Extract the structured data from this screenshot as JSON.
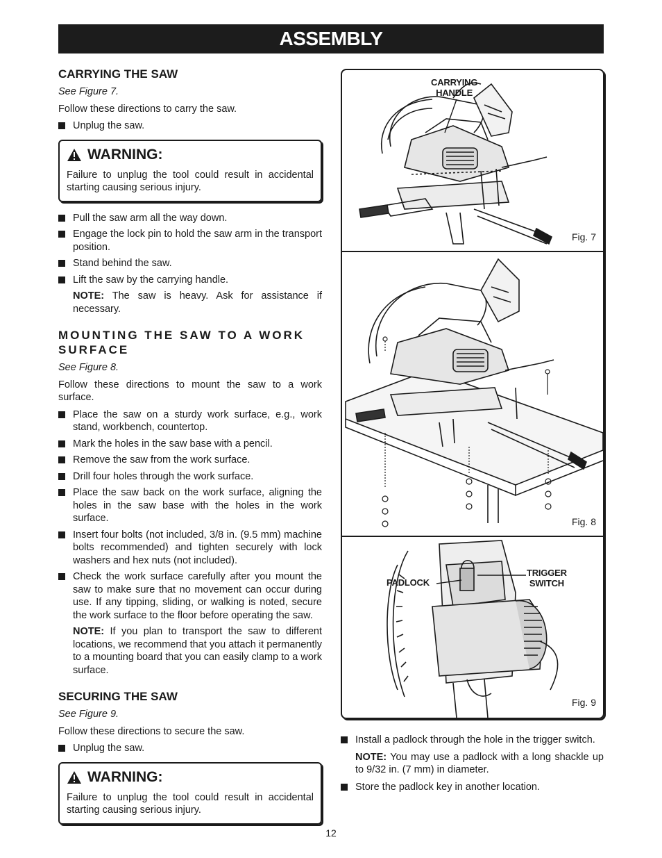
{
  "header": {
    "title": "ASSEMBLY"
  },
  "carrying": {
    "heading": "CARRYING THE SAW",
    "fig_ref": "See Figure 7.",
    "intro": "Follow these directions to carry the saw.",
    "step1": "Unplug the saw.",
    "warning": {
      "title": "WARNING:",
      "text": "Failure to unplug the tool could result in accidental starting causing serious injury."
    },
    "steps": [
      "Pull the saw arm all the way down.",
      "Engage the lock pin to hold the saw arm in the transport position.",
      "Stand behind the saw.",
      "Lift the saw by the carrying handle."
    ],
    "note_label": "NOTE:",
    "note_text": "The saw is heavy. Ask for assistance if necessary."
  },
  "mounting": {
    "heading": "MOUNTING THE SAW TO A WORK SURFACE",
    "fig_ref": "See Figure 8.",
    "intro": "Follow these directions to mount the saw to a work surface.",
    "steps": [
      "Place the saw on a sturdy work surface, e.g., work stand, workbench, countertop.",
      "Mark the holes in the saw base with a pencil.",
      "Remove the saw from the work surface.",
      "Drill four holes through the work surface.",
      "Place the saw back on the work surface, aligning the holes in the saw base with the holes in the work surface.",
      "Insert four bolts (not included, 3/8 in. (9.5 mm) machine bolts recommended) and tighten securely with lock washers and hex nuts (not included).",
      "Check the work surface carefully after you mount the saw to make sure that no movement can occur during use. If any tipping, sliding, or walking is noted, secure the work surface to the floor before operating the saw."
    ],
    "note_label": "NOTE:",
    "note_text": "If you plan to transport the saw to different locations, we recommend that you attach it permanently to a mounting board that you can easily clamp to a work surface."
  },
  "securing": {
    "heading": "SECURING THE SAW",
    "fig_ref": "See Figure 9.",
    "intro": "Follow these directions to secure the saw.",
    "step1": "Unplug the saw.",
    "warning": {
      "title": "WARNING:",
      "text": "Failure to unplug the tool could result in accidental starting causing serious injury."
    },
    "steps_right": [
      "Install a padlock through the hole in the trigger switch.",
      "Store the padlock key in another location."
    ],
    "note_label": "NOTE:",
    "note_text": "You may use a padlock with a long shackle up to 9/32 in. (7 mm) in diameter."
  },
  "figures": {
    "fig7": {
      "caption": "Fig. 7",
      "label_carrying_1": "CARRYING",
      "label_carrying_2": "HANDLE"
    },
    "fig8": {
      "caption": "Fig. 8"
    },
    "fig9": {
      "caption": "Fig. 9",
      "label_padlock": "PADLOCK",
      "label_trigger_1": "TRIGGER",
      "label_trigger_2": "SWITCH"
    }
  },
  "footer": {
    "page_number": "12"
  }
}
